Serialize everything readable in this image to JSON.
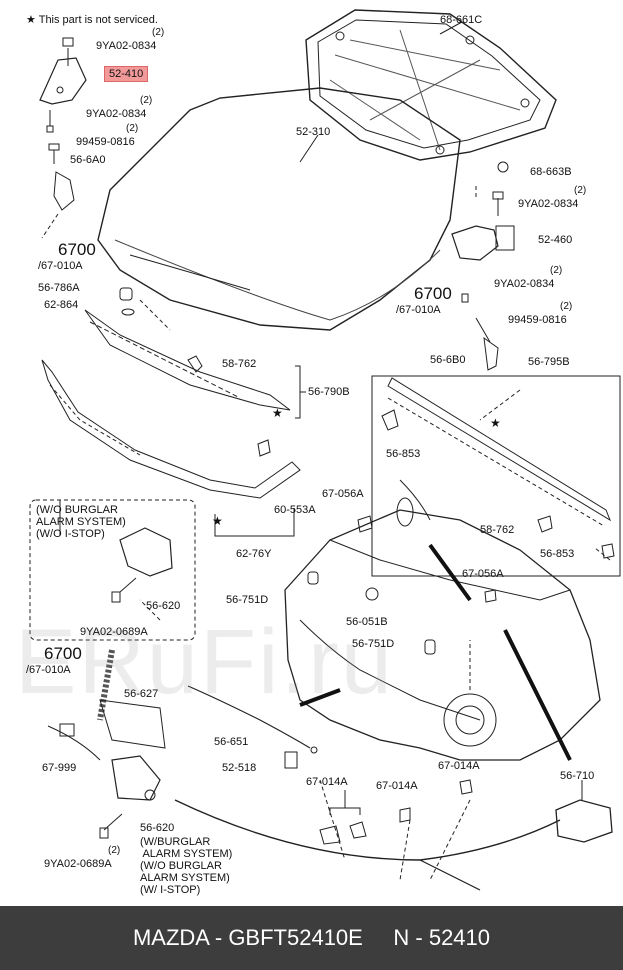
{
  "note": "★ This part is not serviced.",
  "labels": {
    "p9ya_top": "9YA02-0834",
    "q_top": "(2)",
    "p52410": "52-410",
    "p9ya_2": "9YA02-0834",
    "q_2": "(2)",
    "p99459_l": "99459-0816",
    "q_99459_l": "(2)",
    "p566a0": "56-6A0",
    "p6700_l": "6700",
    "p67010a_l": "/67-010A",
    "p56786a": "56-786A",
    "p62864": "62-864",
    "p68661c": "68-661C",
    "p52310": "52-310",
    "p68663b": "68-663B",
    "p9ya_r1": "9YA02-0834",
    "q_r1": "(2)",
    "p52460": "52-460",
    "p6700_r": "6700",
    "p67010a_r": "/67-010A",
    "p9ya_r2": "9YA02-0834",
    "q_r2": "(2)",
    "p99459_r": "99459-0816",
    "q_99459_r": "(2)",
    "p566b0": "56-6B0",
    "p56795b": "56-795B",
    "p58762_a": "58-762",
    "p56790b": "56-790B",
    "p56853_a": "56-853",
    "p67056a_a": "67-056A",
    "p60553a": "60-553A",
    "p58762_b": "58-762",
    "p56853_b": "56-853",
    "p6276y": "62-76Y",
    "p67056a_b": "67-056A",
    "p56751d_a": "56-751D",
    "p56051b": "56-051B",
    "p56751d_b": "56-751D",
    "p56620_a": "56-620",
    "p9ya_0689a_a": "9YA02-0689A",
    "p6700_l2": "6700",
    "p67010a_l2": "/67-010A",
    "p56627": "56-627",
    "p56651": "56-651",
    "p52518": "52-518",
    "p67999": "67-999",
    "p67014a_a": "67-014A",
    "p67014a_b": "67-014A",
    "p67014a_c": "67-014A",
    "p56710": "56-710",
    "p56620_b": "56-620",
    "q_0689a_b": "(2)",
    "p9ya_0689a_b": "9YA02-0689A"
  },
  "group_wo_burglar": "(W/O BURGLAR\nALARM SYSTEM)\n(W/O I-STOP)",
  "group_w_burglar": "(W/BURGLAR\n ALARM SYSTEM)\n(W/O BURGLAR\nALARM SYSTEM)\n(W/ I-STOP)",
  "watermark": "ERuFi.ru",
  "footer": "MAZDA - GBFT52410E     N - 52410",
  "highlight_color": "#f29a9a"
}
